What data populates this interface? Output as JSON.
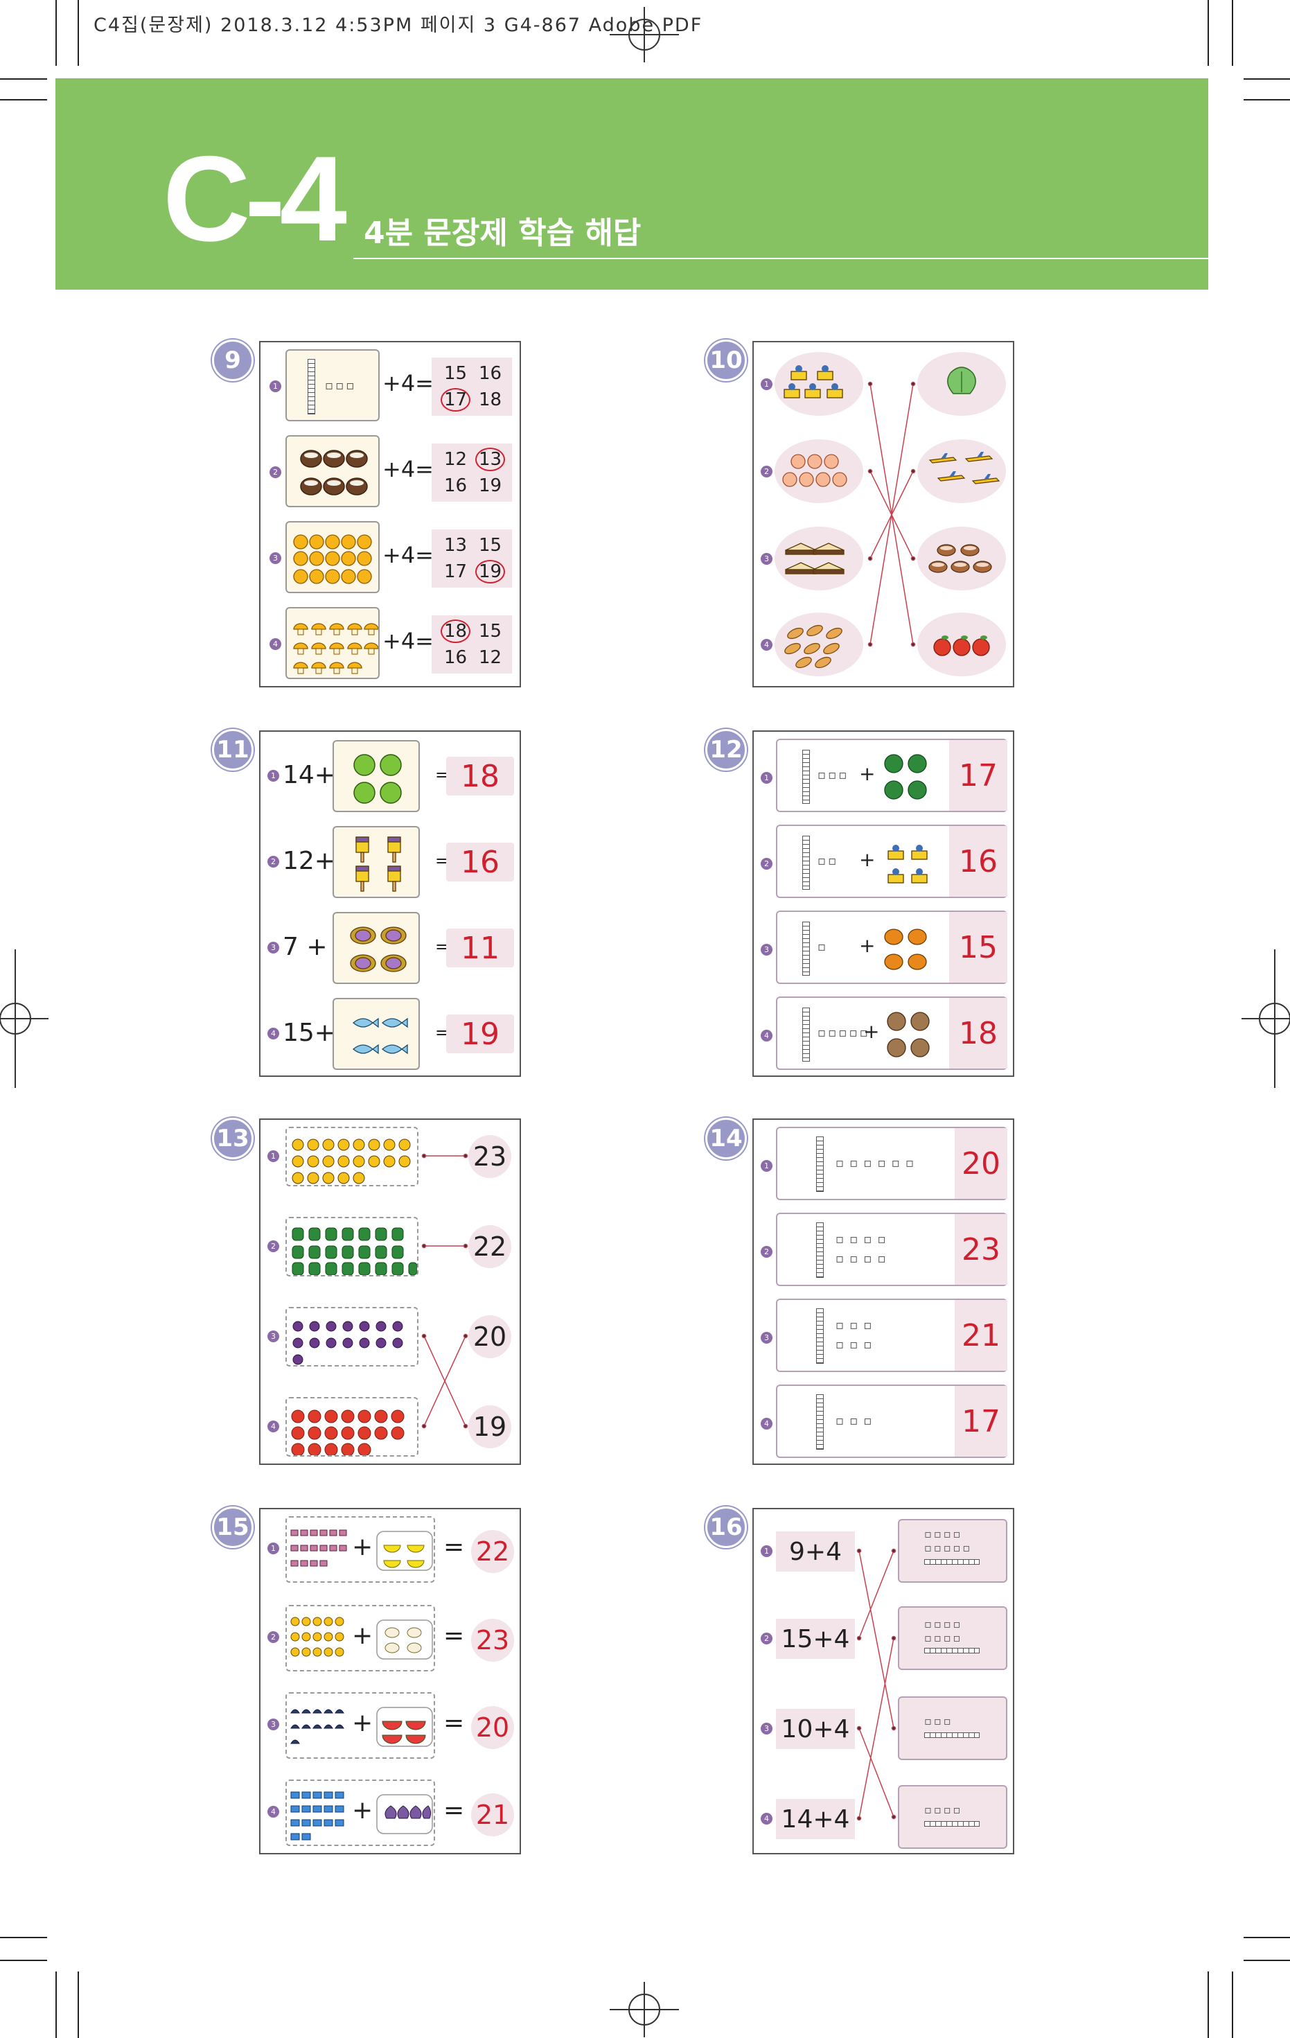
{
  "header": {
    "print_info": "C4집(문장제) 2018.3.12 4:53PM 페이지 3 G4-867 Adobe PDF"
  },
  "banner": {
    "code": "C-4",
    "title": "4분 문장제 학습 해답"
  },
  "colors": {
    "banner_green": "#86c262",
    "answer_red": "#d02030",
    "badge_purple": "#9999c8",
    "option_pink": "#f2e4e8"
  },
  "q9": {
    "badge": "9",
    "items": [
      {
        "num": "1",
        "op": "+4=",
        "opts": [
          "15",
          "16",
          "17",
          "18"
        ],
        "circled": 2
      },
      {
        "num": "2",
        "op": "+4=",
        "opts": [
          "12",
          "13",
          "16",
          "19"
        ],
        "circled": 1
      },
      {
        "num": "3",
        "op": "+4=",
        "opts": [
          "13",
          "15",
          "17",
          "19"
        ],
        "circled": 3
      },
      {
        "num": "4",
        "op": "+4=",
        "opts": [
          "18",
          "15",
          "16",
          "12"
        ],
        "circled": 0
      }
    ]
  },
  "q10": {
    "badge": "10",
    "nums": [
      "1",
      "2",
      "3",
      "4"
    ]
  },
  "q11": {
    "badge": "11",
    "items": [
      {
        "num": "1",
        "lhs": "14+",
        "eq": "=",
        "ans": "18"
      },
      {
        "num": "2",
        "lhs": "12+",
        "eq": "=",
        "ans": "16"
      },
      {
        "num": "3",
        "lhs": "7 +",
        "eq": "=",
        "ans": "11"
      },
      {
        "num": "4",
        "lhs": "15+",
        "eq": "=",
        "ans": "19"
      }
    ]
  },
  "q12": {
    "badge": "12",
    "items": [
      {
        "num": "1",
        "plus": "+",
        "ans": "17"
      },
      {
        "num": "2",
        "plus": "+",
        "ans": "16"
      },
      {
        "num": "3",
        "plus": "+",
        "ans": "15"
      },
      {
        "num": "4",
        "plus": "+",
        "ans": "18"
      }
    ]
  },
  "q13": {
    "badge": "13",
    "nums": [
      "1",
      "2",
      "3",
      "4"
    ],
    "answers": [
      "23",
      "22",
      "20",
      "19"
    ]
  },
  "q14": {
    "badge": "14",
    "items": [
      {
        "num": "1",
        "ans": "20"
      },
      {
        "num": "2",
        "ans": "23"
      },
      {
        "num": "3",
        "ans": "21"
      },
      {
        "num": "4",
        "ans": "17"
      }
    ]
  },
  "q15": {
    "badge": "15",
    "items": [
      {
        "num": "1",
        "plus": "+",
        "eq": "=",
        "ans": "22"
      },
      {
        "num": "2",
        "plus": "+",
        "eq": "=",
        "ans": "23"
      },
      {
        "num": "3",
        "plus": "+",
        "eq": "=",
        "ans": "20"
      },
      {
        "num": "4",
        "plus": "+",
        "eq": "=",
        "ans": "21"
      }
    ]
  },
  "q16": {
    "badge": "16",
    "items": [
      {
        "num": "1",
        "expr": "9+4"
      },
      {
        "num": "2",
        "expr": "15+4"
      },
      {
        "num": "3",
        "expr": "10+4"
      },
      {
        "num": "4",
        "expr": "14+4"
      }
    ]
  }
}
